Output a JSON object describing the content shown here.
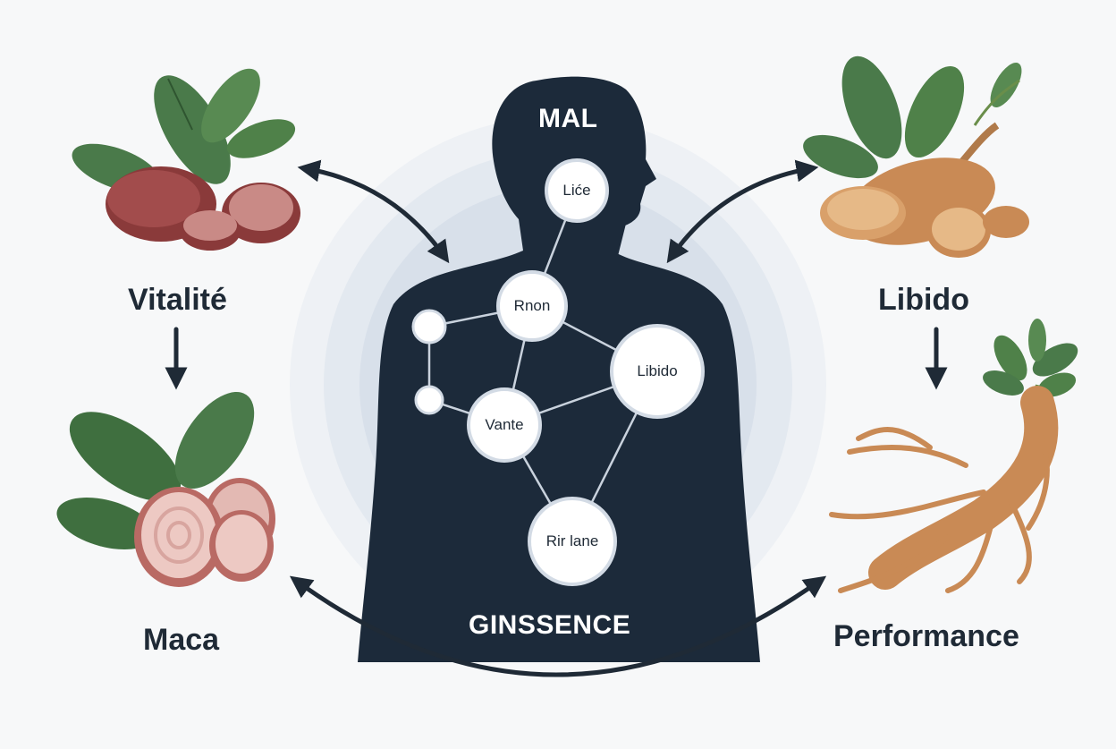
{
  "labels": {
    "top_left": "Vitalité",
    "bottom_left": "Maca",
    "top_right": "Libido",
    "bottom_right": "Performance",
    "body_top": "MAL",
    "body_bottom": "GINSSENCE"
  },
  "nodes": [
    "Liće",
    "Rnon",
    "Libido",
    "Vante",
    "Rir lane"
  ],
  "colors": {
    "background": "#f7f8f9",
    "silhouette": "#1c2a3a",
    "halo": "#dfe5ee",
    "leaf": "#4a7a4a",
    "maca_dark": "#8a3a3a",
    "maca_light": "#c98a86",
    "root": "#c98a55",
    "arrow": "#1f2a36"
  }
}
